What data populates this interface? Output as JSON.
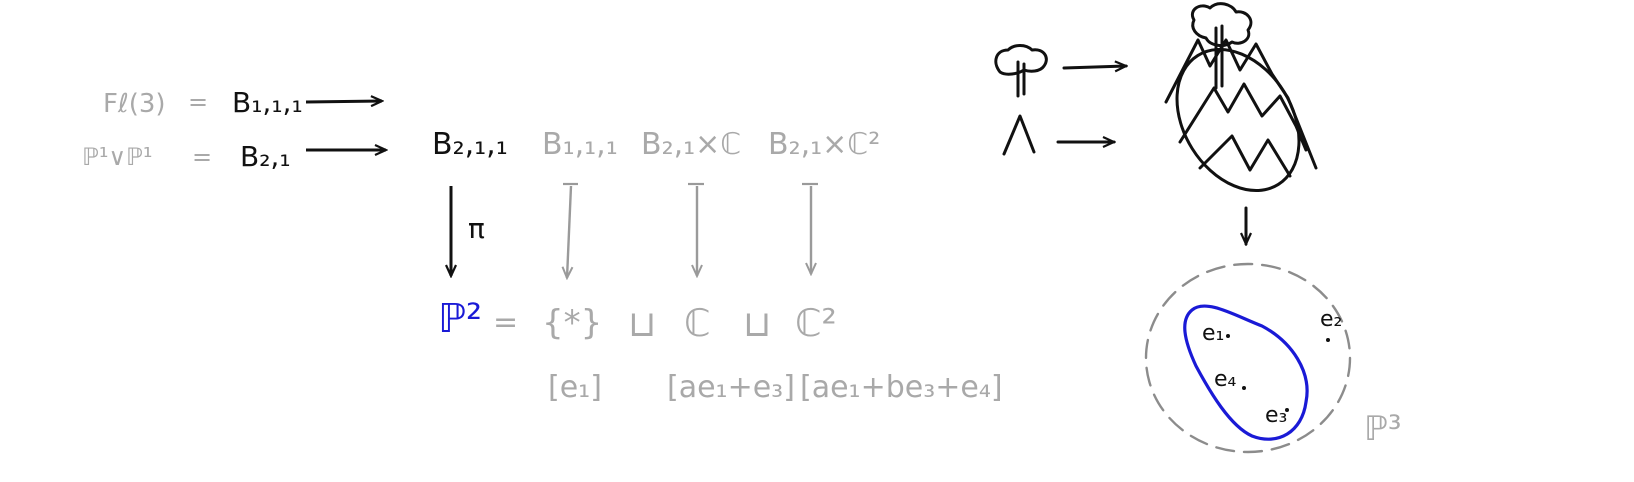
{
  "colors": {
    "ink": "#111111",
    "gray": "#a9a9a9",
    "accent_blue": "#1a1ad6",
    "dashed": "#8c8c8c"
  },
  "left_diagram": {
    "row1": {
      "lhs": "Fℓ(3)",
      "eq": "=",
      "rhs": "B₁,₁,₁"
    },
    "row2": {
      "lhs": "ℙ¹∨ℙ¹",
      "eq": "=",
      "rhs": "B₂,₁"
    },
    "top_row": [
      "B₂,₁,₁",
      "B₁,₁,₁",
      "B₂,₁×ℂ",
      "B₂,₁×ℂ²"
    ],
    "pi_label": "π",
    "base": {
      "P2": "ℙ²",
      "eq": "=",
      "point": "{*}",
      "coprod": "⊔",
      "C": "ℂ",
      "C2": "ℂ²"
    },
    "coords": [
      "[e₁]",
      "[ae₁+e₃]",
      "[ae₁+be₃+e₄]"
    ]
  },
  "right_diagram": {
    "points": [
      "e₁",
      "e₂",
      "e₃",
      "e₄"
    ],
    "space_label": "ℙ³"
  }
}
